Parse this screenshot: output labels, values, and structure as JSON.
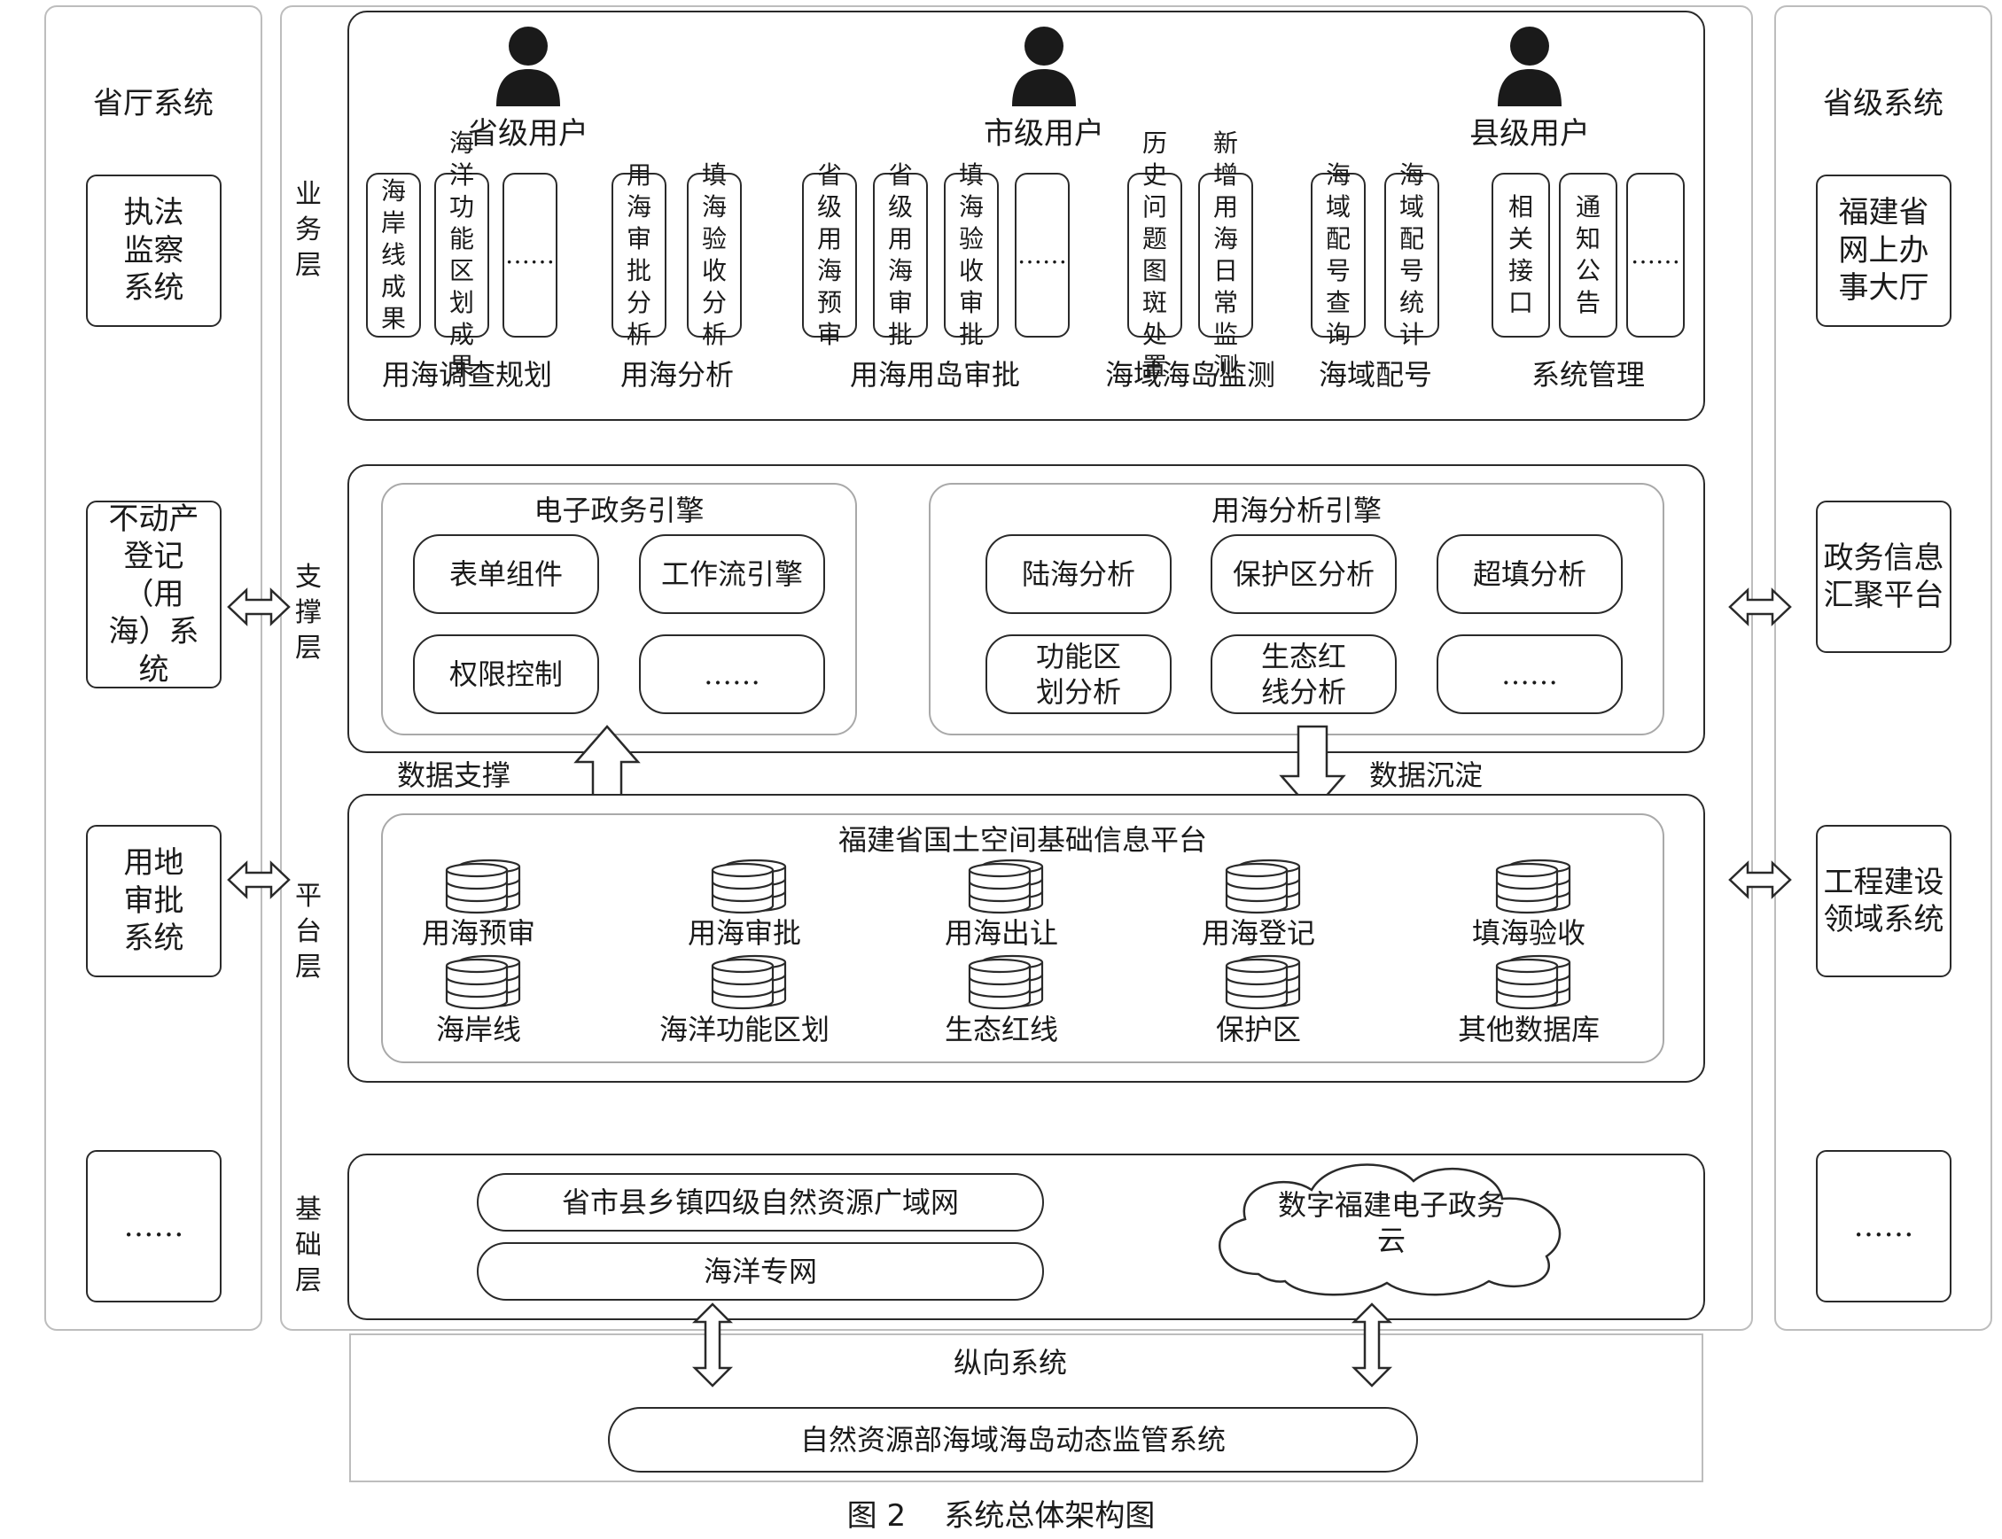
{
  "left_panel": {
    "title": "省厅系统",
    "items": [
      "执法监察系统",
      "不动产登记（用海）系统",
      "用地审批系统",
      "……"
    ]
  },
  "right_panel": {
    "title": "省级系统",
    "items": [
      "福建省网上办事大厅",
      "政务信息汇聚平台",
      "工程建设领域系统",
      "……"
    ]
  },
  "layers": {
    "business": "业务层",
    "support": "支撑层",
    "platform": "平台层",
    "foundation": "基础层"
  },
  "users": [
    "省级用户",
    "市级用户",
    "县级用户"
  ],
  "business_groups": [
    {
      "label": "用海调查规划",
      "items": [
        "海岸线成果",
        "海洋功能区划成果",
        "……"
      ]
    },
    {
      "label": "用海分析",
      "items": [
        "用海审批分析",
        "填海验收分析"
      ]
    },
    {
      "label": "用海用岛审批",
      "items": [
        "省级用海预审",
        "省级用海审批",
        "填海验收审批",
        "……"
      ]
    },
    {
      "label": "海域海岛监测",
      "items": [
        "历史问题图斑处置",
        "新增用海日常监测"
      ]
    },
    {
      "label": "海域配号",
      "items": [
        "海域配号查询",
        "海域配号统计"
      ]
    },
    {
      "label": "系统管理",
      "items": [
        "相关接口",
        "通知公告",
        "……"
      ]
    }
  ],
  "support": {
    "egov_engine": {
      "title": "电子政务引擎",
      "items": [
        "表单组件",
        "工作流引擎",
        "权限控制",
        "……"
      ]
    },
    "analysis_engine": {
      "title": "用海分析引擎",
      "items": [
        "陆海分析",
        "保护区分析",
        "超填分析",
        "功能区划分析",
        "生态红线分析",
        "……"
      ]
    }
  },
  "arrows": {
    "up": "数据支撑",
    "down": "数据沉淀"
  },
  "platform": {
    "title": "福建省国土空间基础信息平台",
    "databases": [
      "用海预审",
      "用海审批",
      "用海出让",
      "用海登记",
      "填海验收",
      "海岸线",
      "海洋功能区划",
      "生态红线",
      "保护区",
      "其他数据库"
    ]
  },
  "foundation": {
    "networks": [
      "省市县乡镇四级自然资源广域网",
      "海洋专网"
    ],
    "cloud": "数字福建电子政务云"
  },
  "vertical": {
    "title": "纵向系统",
    "system": "自然资源部海域海岛动态监管系统"
  },
  "caption": "图 2    系统总体架构图"
}
